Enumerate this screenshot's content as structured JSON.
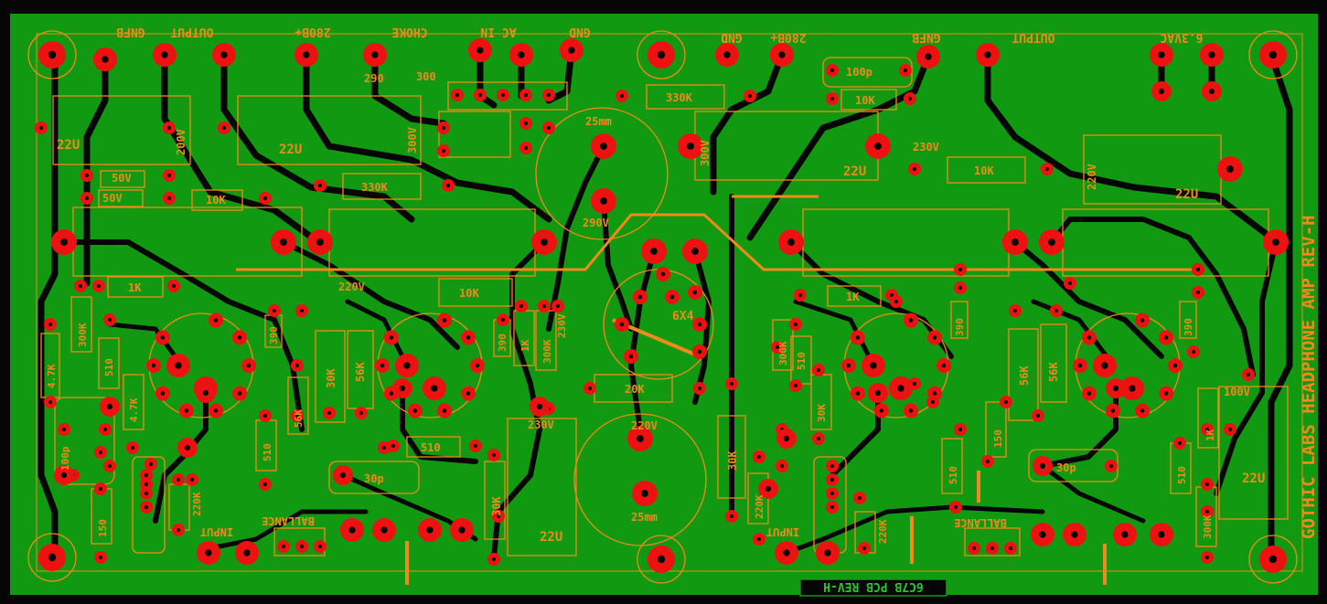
{
  "board": {
    "title": "GOTHIC LABS HEADPHONE AMP REV-H",
    "bottom_label": "6C7B PCB REV-H",
    "colors": {
      "copper": "#119a11",
      "silk": "#f08a1a",
      "pad": "#ee1111",
      "track": "#050505",
      "background": "#000000"
    }
  },
  "top_connectors": {
    "left": [
      "GNFB",
      "OUTPUT",
      "280B+",
      "CHOKE",
      "AC IN",
      "GND"
    ],
    "right": [
      "GND",
      "280B+",
      "GNFB",
      "OUTPUT",
      "6.3VAC"
    ]
  },
  "components": {
    "caps_22u": [
      "22U",
      "22U",
      "22U",
      "22U",
      "22U",
      "22U"
    ],
    "cap_ratings": [
      "200V",
      "300V",
      "300V",
      "220V",
      "100V"
    ],
    "filter_caps": [
      "25mm",
      "25mm"
    ],
    "node_voltages": [
      "290V",
      "220V",
      "220V",
      "230V",
      "230V",
      "230V"
    ],
    "small_caps": [
      "50V",
      "50V",
      "100p",
      "100p",
      "30p",
      "30p"
    ],
    "resistors": [
      "10K",
      "10K",
      "10K",
      "10K",
      "1K",
      "1K",
      "1K",
      "330K",
      "330K",
      "300K",
      "300K",
      "300K",
      "300K",
      "390",
      "390",
      "390",
      "390",
      "510",
      "510",
      "510",
      "510",
      "510",
      "510",
      "4.7K",
      "4.7K",
      "30K",
      "30K",
      "30K",
      "30K",
      "56K",
      "56K",
      "56K",
      "56K",
      "150",
      "150",
      "220K",
      "220K",
      "20K"
    ],
    "misc_labels": [
      "290",
      "300"
    ],
    "rectifier": "6X4",
    "inputs": [
      "INPUT",
      "INPUT"
    ],
    "balance": [
      "BALLANCE",
      "BALLANCE"
    ]
  }
}
